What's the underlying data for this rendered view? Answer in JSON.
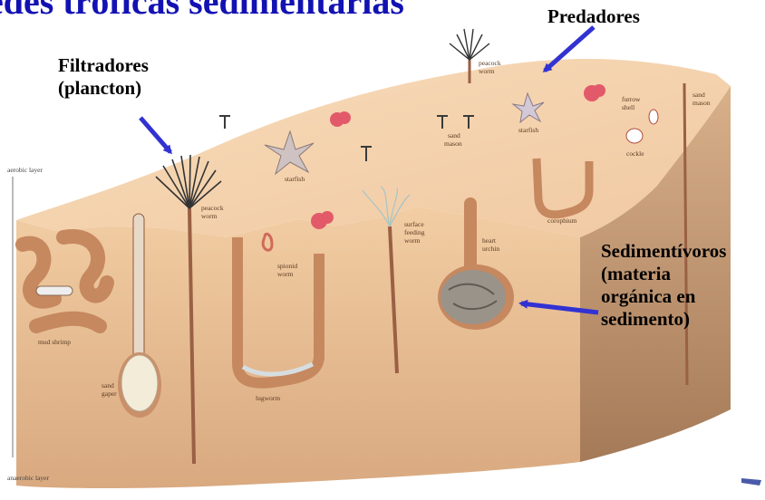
{
  "title": "edes tróficas sedimentarias",
  "callouts": {
    "predators": "Predadores",
    "filter_line1": "Filtradores",
    "filter_line2": "(plancton)",
    "deposit_line1": "Sedimentívoros",
    "deposit_line2": "(materia",
    "deposit_line3": "orgánica en",
    "deposit_line4": "sedimento)"
  },
  "layers": {
    "aerobic": "aerobic layer",
    "anaerobic": "anaerobic layer"
  },
  "organisms": {
    "peacock_worm_1_a": "peacock",
    "peacock_worm_1_b": "worm",
    "peacock_worm_2_a": "peacock",
    "peacock_worm_2_b": "worm",
    "starfish_1": "starfish",
    "starfish_2": "starfish",
    "sand_mason_1_a": "sand",
    "sand_mason_1_b": "mason",
    "sand_mason_2_a": "sand",
    "sand_mason_2_b": "mason",
    "furrow_shell_a": "furrow",
    "furrow_shell_b": "shell",
    "cockle": "cockle",
    "corophium": "corophium",
    "surface_feeding_worm_a": "surface",
    "surface_feeding_worm_b": "feeding",
    "surface_feeding_worm_c": "worm",
    "heart_urchin_a": "heart",
    "heart_urchin_b": "urchin",
    "spionid_worm_a": "spionid",
    "spionid_worm_b": "worm",
    "mud_shrimp": "mud shrimp",
    "sand_gaper_a": "sand",
    "sand_gaper_b": "gaper",
    "lugworm": "lugworm"
  },
  "colors": {
    "title": "#1212b4",
    "arrow": "#3232d2",
    "surface": "#f6d2aa",
    "sediment_front": "#e9c198",
    "sediment_side": "#c29872"
  }
}
